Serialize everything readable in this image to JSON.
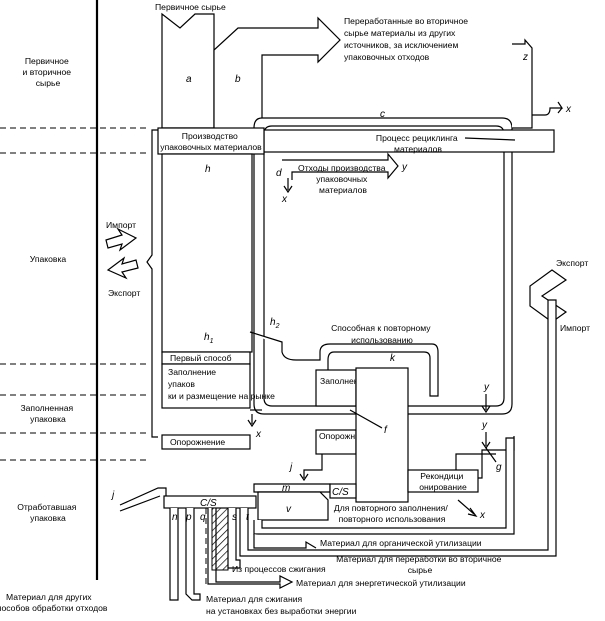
{
  "stages": {
    "primary_secondary": "Первичное и вторичное сырье",
    "packaging": "Упаковка",
    "filled_packaging": "Заполненная упаковка",
    "used_packaging": "Отработавшая упаковка",
    "other_methods": "Материал для других способов обработки отходов"
  },
  "inputs": {
    "primary_raw": "Первичное сырье",
    "processed_secondary": "Переработанные во вторичное сырье материалы из других источников, за исключением упаковочных отходов"
  },
  "processes": {
    "packaging_production": "Производство упаковочных материалов",
    "recycling_process": "Процесс рециклинга материалов",
    "production_waste": "Отходы производства упаковочных материалов",
    "first_method": "Первый способ",
    "filling_market": "Заполнение упаковки и размещение на рынке",
    "emptying": "Опорожнение",
    "reusable": "Способная к повторному использованию",
    "filling": "Заполнение",
    "emptying2": "Опорожнение",
    "reconditioning": "Рекондиционирование",
    "for_reuse": "Для повторного заполнения/ повторного использования",
    "cs": "C/S"
  },
  "trade": {
    "import": "Импорт",
    "export": "Экспорт",
    "export_right": "Экспорт",
    "import_right": "Импорт"
  },
  "outputs": {
    "organic": "Материал для органической утилизации",
    "secondary": "Материал для переработки во вторичное сырье",
    "from_incineration": "Из процессов сжигания",
    "energy": "Материал для энергетической утилизации",
    "incineration_no_energy": "Материал для сжигания на установках без выработки энергии"
  },
  "letters": {
    "a": "a",
    "b": "b",
    "c": "c",
    "d": "d",
    "f": "f",
    "g": "g",
    "h": "h",
    "h1": "h",
    "h1_sub": "1",
    "h2": "h",
    "h2_sub": "2",
    "j1": "j",
    "j2": "j",
    "k": "k",
    "m": "m",
    "n": "n",
    "p": "p",
    "q": "q",
    "s": "s",
    "t": "t",
    "v": "v",
    "x1": "x",
    "x2": "x",
    "x3": "x",
    "x4": "x",
    "y1": "y",
    "y2": "y",
    "y3": "y",
    "z": "z"
  }
}
